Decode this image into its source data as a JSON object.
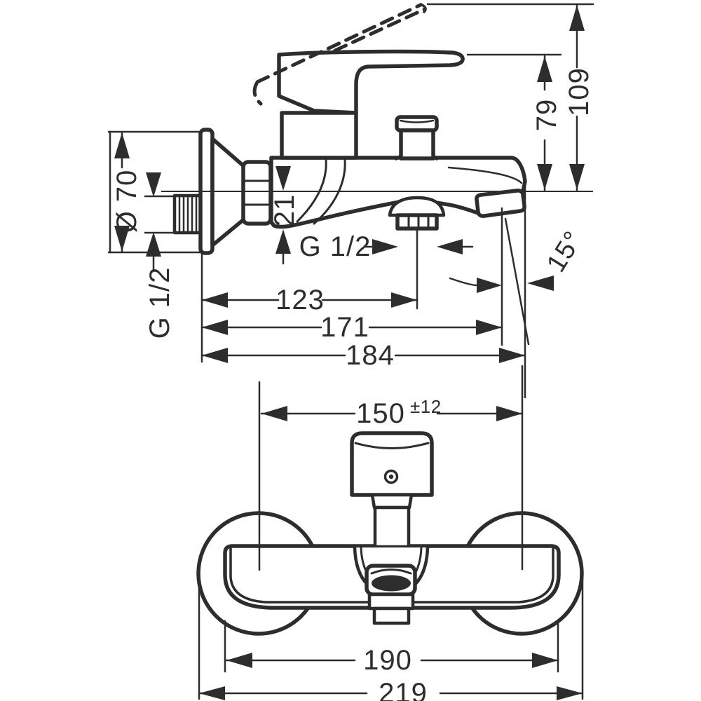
{
  "colors": {
    "ink": "#2d2d2d",
    "background": "#ffffff"
  },
  "side_view": {
    "labels": {
      "escutcheon_diameter": "Ø 70",
      "wall_thread": "G 1/2",
      "spout_drop": "21",
      "outlet_thread": "G 1/2",
      "center_to_outlet": "123",
      "center_to_mouth": "171",
      "center_to_tip": "184",
      "handle_height": "79",
      "handle_open_height": "109",
      "spout_angle": "15°"
    }
  },
  "bottom_view": {
    "labels": {
      "connection_distance": "150",
      "connection_tolerance": "±12",
      "body_width": "190",
      "overall_width": "219"
    }
  }
}
